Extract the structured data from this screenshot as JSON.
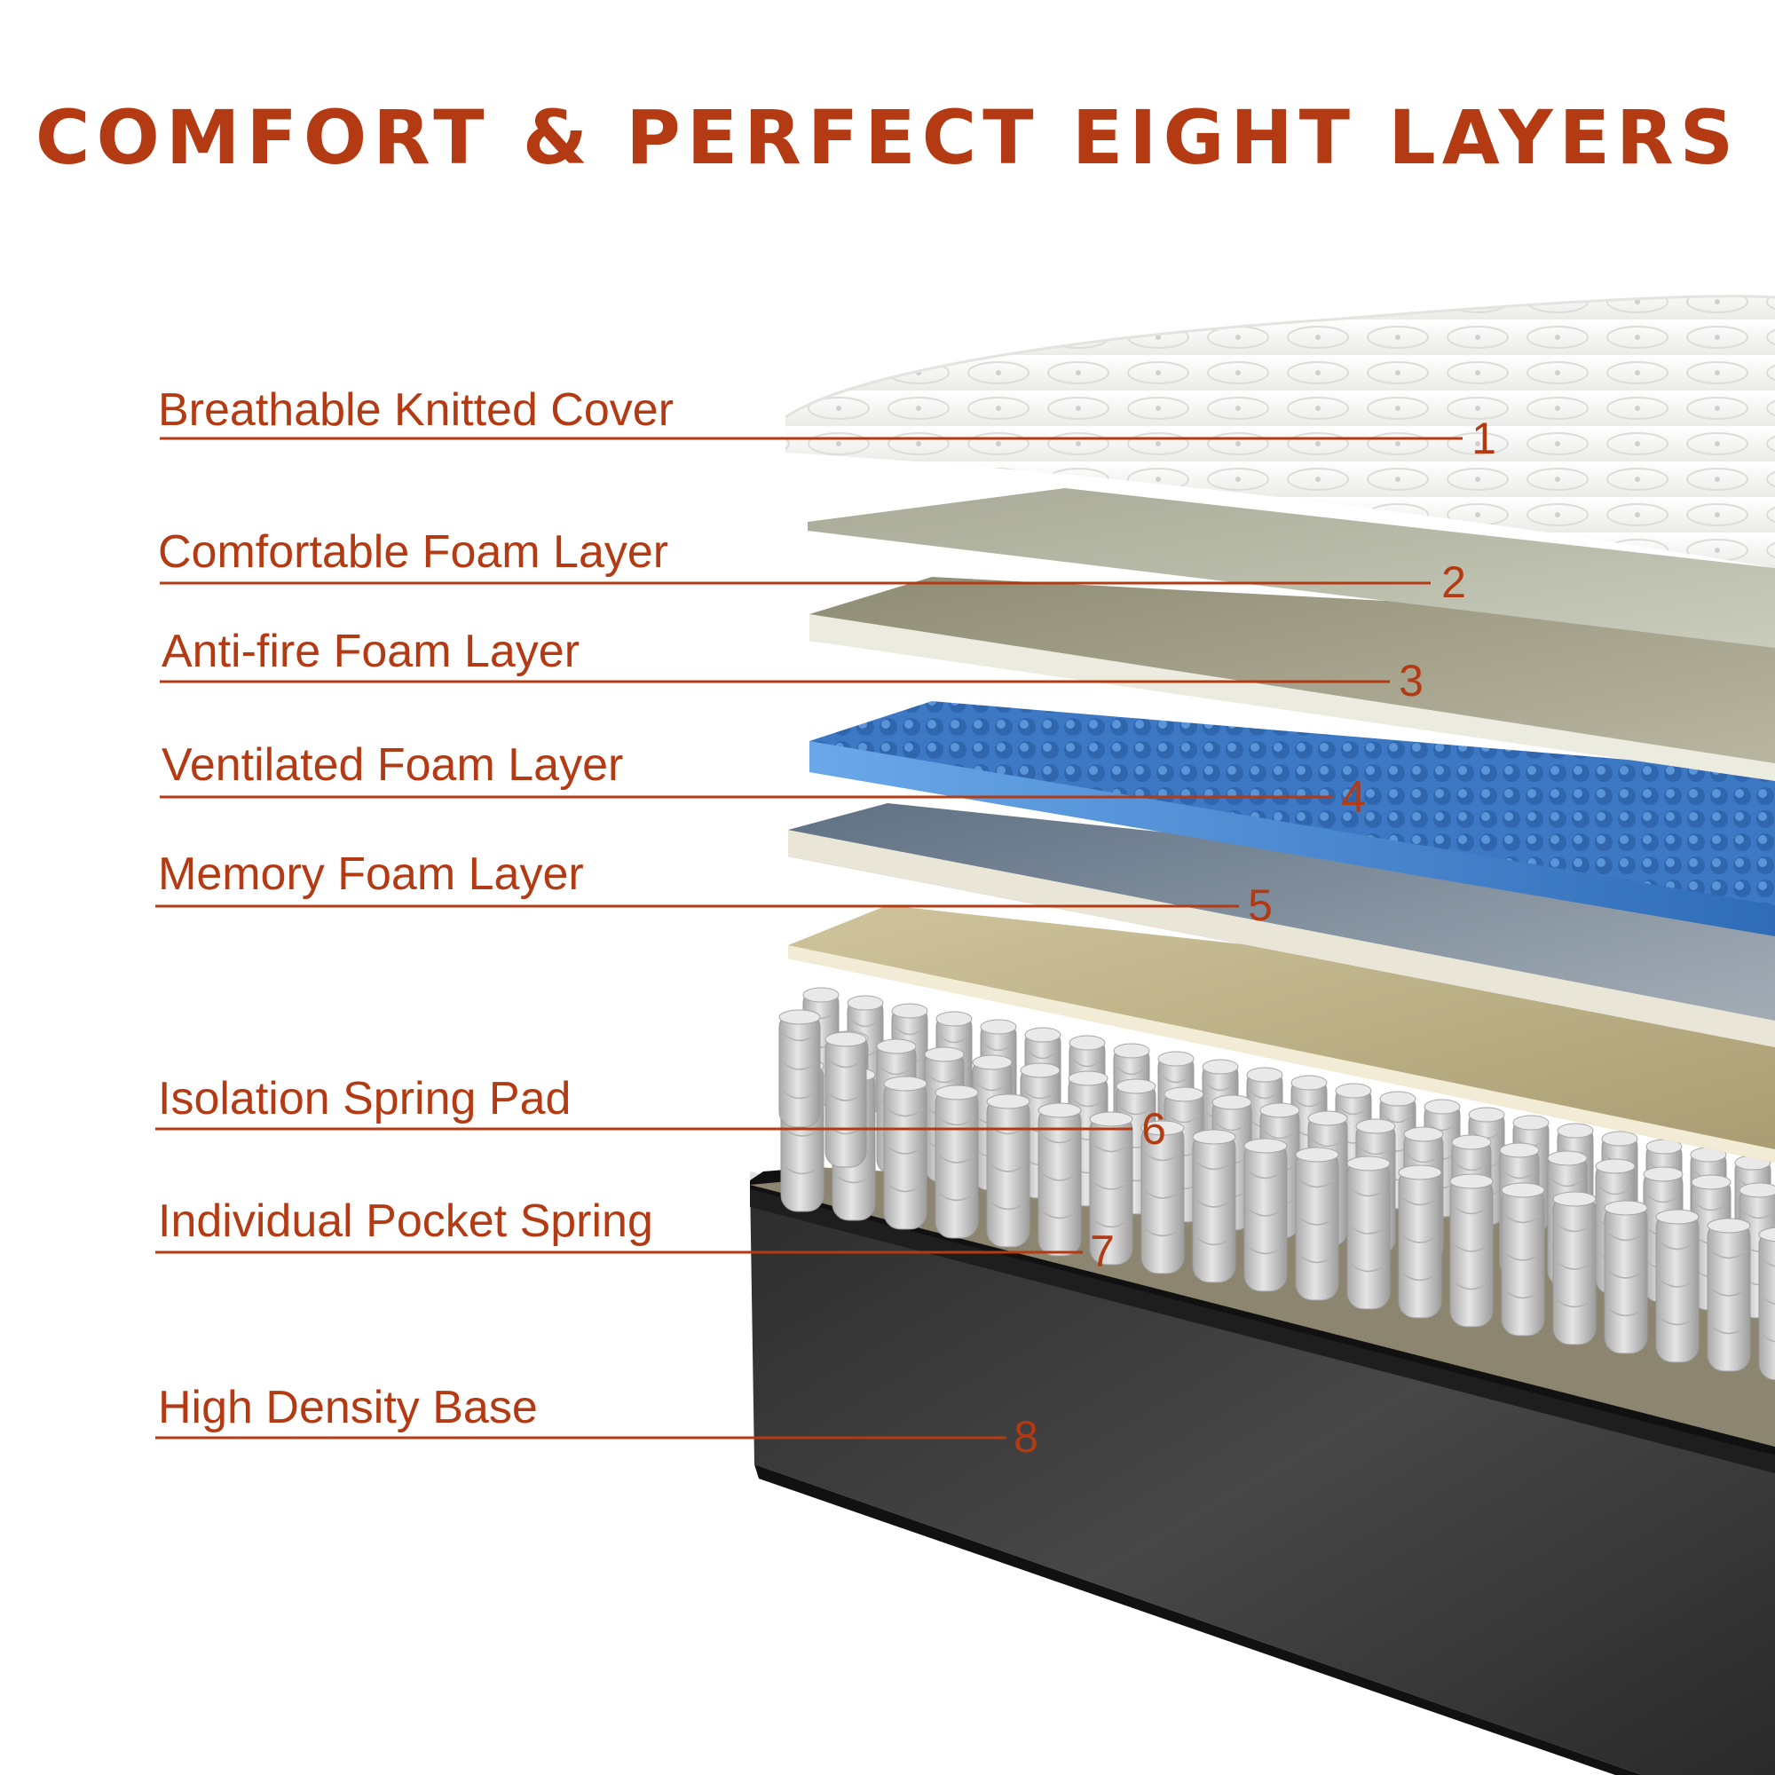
{
  "title": "COMFORT & PERFECT EIGHT LAYERS",
  "colors": {
    "accent": "#b33a12",
    "cover": "#f7f7f5",
    "comfort_foam": "#c4c6b4",
    "antifire_foam": "#aaa891",
    "ventilated_foam": "#4d8cd6",
    "memory_foam": "#8f9aa5",
    "isolation_pad": "#bfb38a",
    "springs": "#c9c9c9",
    "base": "#3a3a3a"
  },
  "layers": [
    {
      "number": "1",
      "label": "Breathable Knitted Cover"
    },
    {
      "number": "2",
      "label": "Comfortable Foam Layer"
    },
    {
      "number": "3",
      "label": "Anti-fire Foam Layer"
    },
    {
      "number": "4",
      "label": "Ventilated Foam Layer"
    },
    {
      "number": "5",
      "label": "Memory Foam Layer"
    },
    {
      "number": "6",
      "label": "Isolation Spring Pad"
    },
    {
      "number": "7",
      "label": "Individual Pocket Spring"
    },
    {
      "number": "8",
      "label": "High Density Base"
    }
  ]
}
